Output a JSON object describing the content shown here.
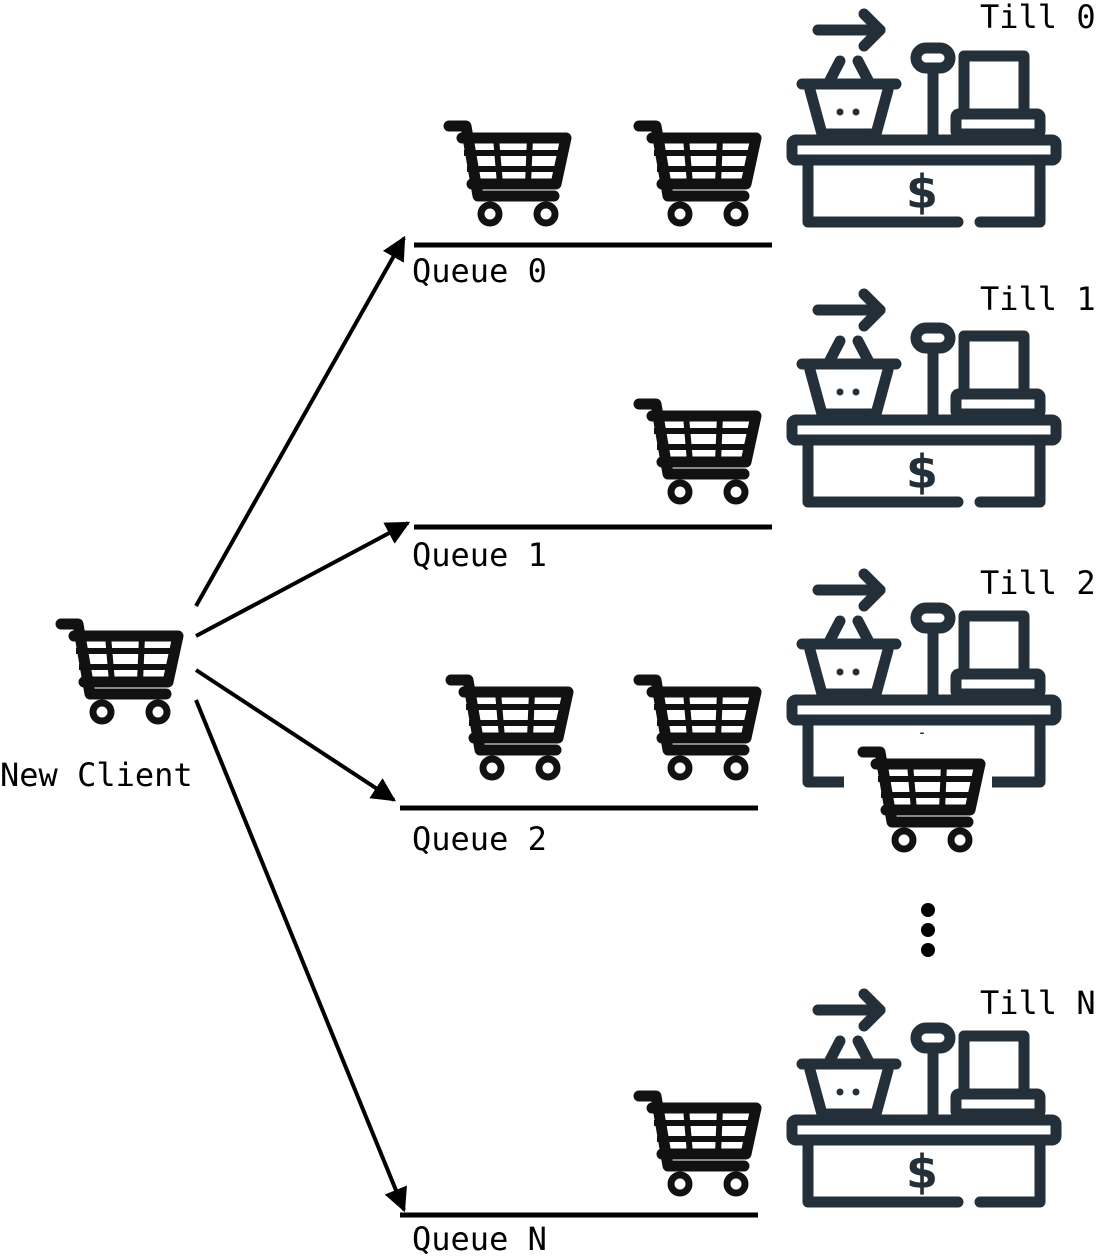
{
  "new_client": {
    "label": "New Client",
    "icon": "shopping-cart-icon"
  },
  "queues": [
    {
      "label": "Queue 0",
      "waiting_clients": 2
    },
    {
      "label": "Queue 1",
      "waiting_clients": 1
    },
    {
      "label": "Queue 2",
      "waiting_clients": 2
    },
    {
      "label": "Queue N",
      "waiting_clients": 1
    }
  ],
  "tills": [
    {
      "label": "Till 0",
      "icon": "cash-register-icon",
      "serving_client": false
    },
    {
      "label": "Till 1",
      "icon": "cash-register-icon",
      "serving_client": false
    },
    {
      "label": "Till 2",
      "icon": "cash-register-icon",
      "serving_client": true
    },
    {
      "label": "Till N",
      "icon": "cash-register-icon",
      "serving_client": false
    }
  ],
  "ellipsis": {
    "icon": "vertical-ellipsis-icon"
  },
  "colors": {
    "cart": "#111111",
    "till": "#243039",
    "arrow": "#000000"
  }
}
